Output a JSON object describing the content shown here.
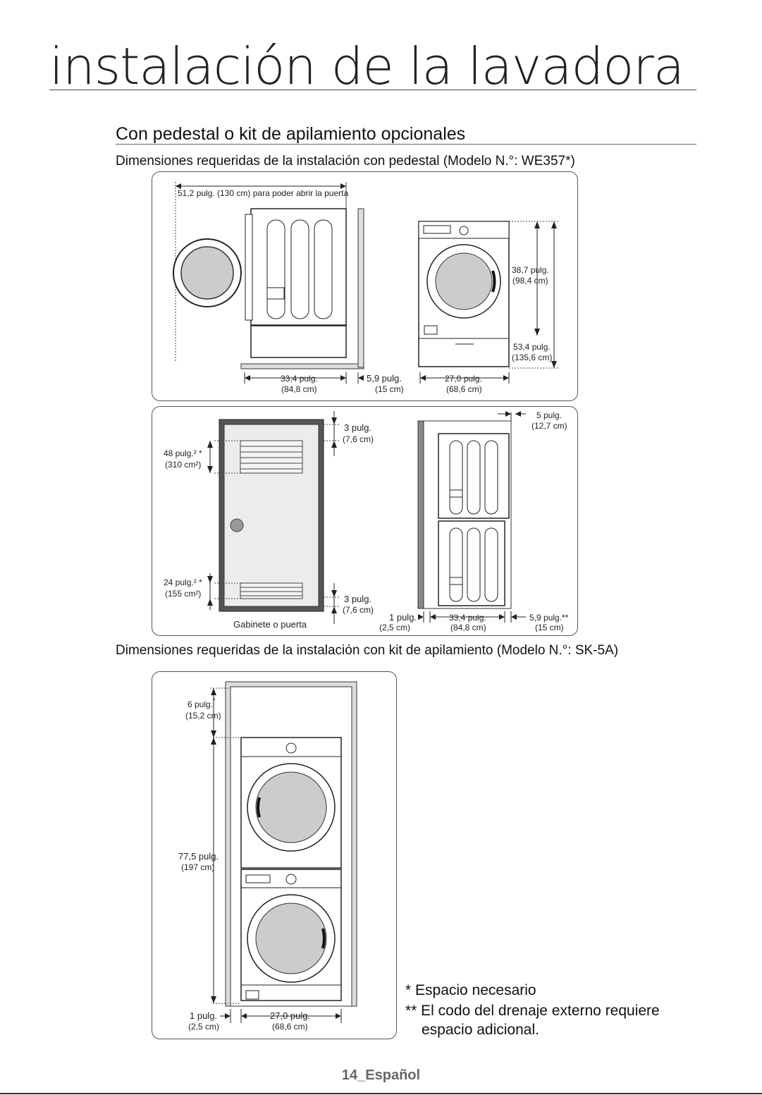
{
  "header": {
    "title": "instalación de la lavadora"
  },
  "section": {
    "title": "Con pedestal o kit de apilamiento opcionales",
    "pedestal_heading": "Dimensiones requeridas de la instalación con pedestal (Modelo N.°: WE357*)",
    "stack_heading": "Dimensiones requeridas de la instalación con kit de apilamiento (Modelo N.°: SK-5A)"
  },
  "pedestal_diagram": {
    "door_open": "51,2 pulg. (130 cm) para poder abrir la puerta",
    "depth_in": "33,4 pulg.",
    "depth_cm": "(84,8 cm)",
    "rear_in": "5,9 pulg.",
    "rear_cm": "(15 cm)",
    "width_in": "27,0 pulg.",
    "width_cm": "(68,6 cm)",
    "h1_in": "38,7 pulg.",
    "h1_cm": "(98,4 cm)",
    "h2_in": "53,4 pulg.",
    "h2_cm": "(135,6 cm)"
  },
  "cabinet_diagram": {
    "top_gap_in": "3 pulg.",
    "top_gap_cm": "(7,6 cm)",
    "vent_top_in": "48 pulg.² *",
    "vent_top_cm": "(310 cm²)",
    "vent_bottom_in": "24 pulg.² *",
    "vent_bottom_cm": "(155 cm²)",
    "bottom_gap_in": "3 pulg.",
    "bottom_gap_cm": "(7,6 cm)",
    "cabinet_label": "Gabinete o puerta",
    "side_gap_in": "5 pulg.",
    "side_gap_cm": "(12,7 cm)",
    "front_gap_in": "1 pulg.",
    "front_gap_cm": "(2,5 cm)",
    "depth_in": "33,4 pulg.",
    "depth_cm": "(84,8 cm)",
    "rear_in": "5,9 pulg.**",
    "rear_cm": "(15 cm)"
  },
  "stack_diagram": {
    "top_in": "6 pulg.",
    "top_star": "*",
    "top_cm": "(15,2 cm)",
    "height_in": "77,5 pulg.",
    "height_cm": "(197 cm)",
    "side_in": "1 pulg.",
    "side_cm": "(2,5 cm)",
    "width_in": "27,0 pulg.",
    "width_cm": "(68,6 cm)"
  },
  "notes": {
    "note1": "* Espacio necesario",
    "note2_line1": "** El codo del drenaje externo requiere",
    "note2_line2": "espacio adicional."
  },
  "footer": {
    "page": "14_Español"
  }
}
